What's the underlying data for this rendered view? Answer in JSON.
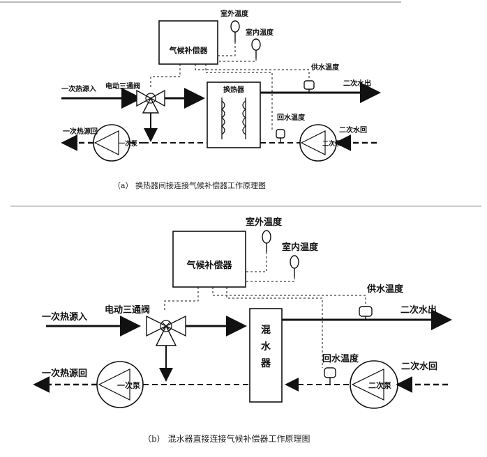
{
  "diagram_a": {
    "compensator": "气候补偿器",
    "outdoor_temp": "室外温度",
    "indoor_temp": "室内温度",
    "supply_temp": "供水温度",
    "return_temp": "回水温度",
    "valve": "电动三通阀",
    "primary_in": "一次热源入",
    "primary_return": "一次热源回",
    "secondary_out": "二次水出",
    "secondary_return": "二次水回",
    "exchanger": "换热器",
    "pump_left": "一次泵",
    "pump_right": "二次泵",
    "caption": "（a） 换热器间接连接气候补偿器工作原理图"
  },
  "diagram_b": {
    "compensator": "气候补偿器",
    "outdoor_temp": "室外温度",
    "indoor_temp": "室内温度",
    "supply_temp": "供水温度",
    "return_temp": "回水温度",
    "valve": "电动三通阀",
    "primary_in": "一次热源入",
    "primary_return": "一次热源回",
    "secondary_out": "二次水出",
    "secondary_return": "二次水回",
    "mixer": [
      "混",
      "水",
      "器"
    ],
    "pump_left": "一次泵",
    "pump_right": "二次泵",
    "caption": "（b） 混水器直接连接气候补偿器工作原理图"
  }
}
